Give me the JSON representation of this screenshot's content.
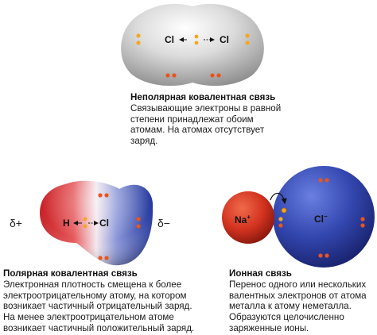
{
  "colors": {
    "electron": "#f5a623",
    "electron_dark": "#e8551e",
    "chlorine_gray": "#c8c8c8",
    "polar_red": "#d8282a",
    "polar_blue": "#2b3fa8",
    "sodium_red": "#d73420",
    "chloride_blue": "#3348b0"
  },
  "nonpolar": {
    "atom_left": "Cl",
    "atom_right": "Cl",
    "title": "Неполярная ковалентная связь",
    "lines": [
      "Связывающие электроны в равной",
      "степени принадлежат обоим",
      "атомам. На атомах отсутствует",
      "заряд."
    ]
  },
  "polar": {
    "atom_left": "H",
    "atom_right": "Cl",
    "charge_left": "δ+",
    "charge_right": "δ−",
    "title": "Полярная ковалентная связь",
    "lines": [
      "Электронная плотность смещена к более",
      "электроотрицательному атому, на котором",
      "возникает частичный отрицательный заряд.",
      "На менее электроотрицательном атоме",
      "возникает частичный положительный заряд."
    ]
  },
  "ionic": {
    "cation": "Na",
    "cation_charge": "+",
    "anion": "Cl",
    "anion_charge": "−",
    "title": "Ионная связь",
    "lines": [
      "Перенос одного или нескольких",
      "валентных электронов от атома",
      "металла к атому неметалла.",
      "Образуются целочисленно",
      "заряженные ионы."
    ]
  }
}
